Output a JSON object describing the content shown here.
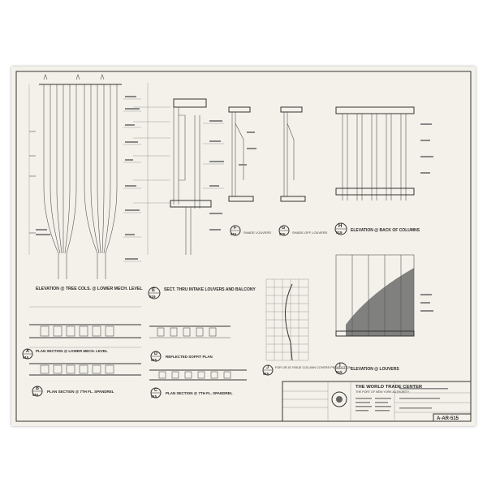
{
  "sheet": {
    "project_title": "THE WORLD TRADE CENTER",
    "project_subtitle": "THE PORT OF NEW YORK AUTHORITY",
    "sheet_number": "A-AR-515",
    "detail_ref": "515"
  },
  "drawings": {
    "elev_tree": "ELEVATION @ TREE COLS. @ LOWER MECH. LEVEL",
    "sect_louvers": "SECT. THRU INTAKE LOUVERS AND BALCONY",
    "elev_back": "ELEVATION @ BACK OF COLUMNS",
    "elev_louvers": "ELEVATION @ LOUVERS",
    "plan_a": "PLAN SECTION @ LOWER MECH. LEVEL",
    "plan_b": "PLAN SECTION @ 7TH FL. SPANDREL",
    "soffit_d": "REFLECTED SOFFIT PLAN",
    "plan_c": "PLAN SECTION @ 7TH FL. SPANDREL",
    "j_title": "FOR OR AT ISSUE COLUMN COVERS PRODUCTION",
    "f_sub": "SHADE LOUVERS",
    "g_sub": "SHADE-OFF LOUVERS"
  },
  "marks": {
    "a": "A",
    "b": "B",
    "c": "C",
    "d": "D",
    "e": "E",
    "f": "F",
    "g": "G",
    "h": "H",
    "i": "I",
    "j": "J"
  }
}
